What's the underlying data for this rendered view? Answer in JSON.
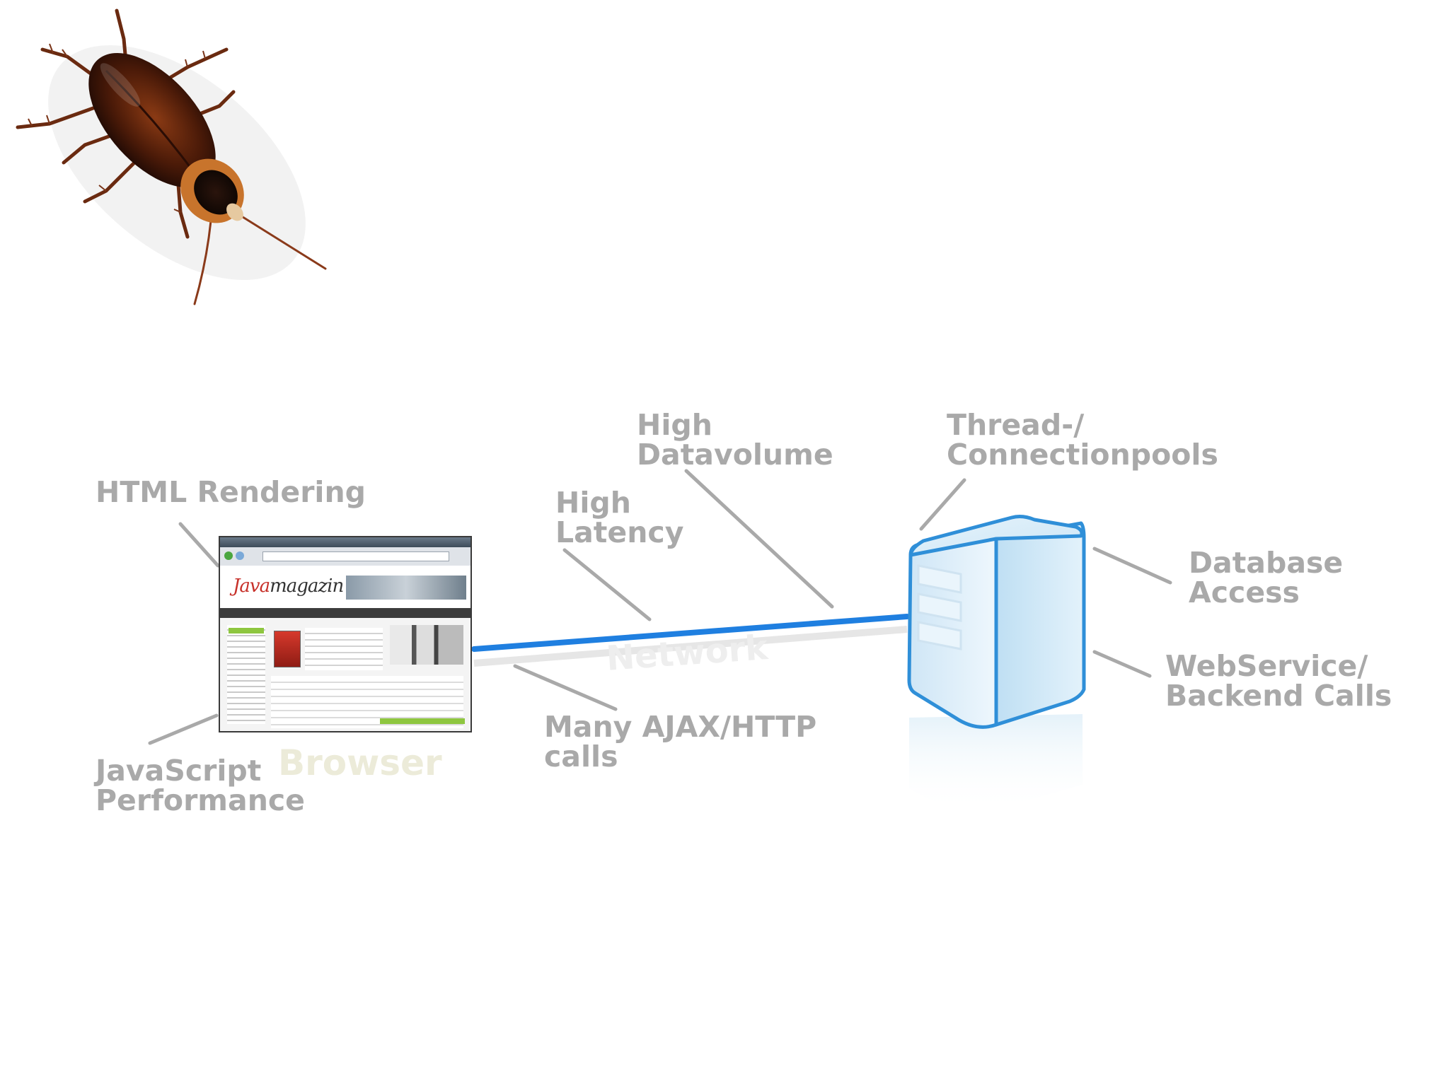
{
  "labels": {
    "html_rendering": "HTML Rendering",
    "js_performance": [
      "JavaScript",
      "Performance"
    ],
    "high_latency": [
      "High",
      "Latency"
    ],
    "high_datavolume": [
      "High",
      "Datavolume"
    ],
    "many_ajax": [
      "Many AJAX/HTTP",
      "calls"
    ],
    "thread_pools": [
      "Thread-/",
      "Connectionpools"
    ],
    "database_access": [
      "Database",
      "Access"
    ],
    "webservice_calls": [
      "WebService/",
      "Backend Calls"
    ]
  },
  "watermarks": {
    "browser": "Browser",
    "network": "Network"
  },
  "browser_mock": {
    "logo_prefix": "Java",
    "logo_suffix": "magazin"
  },
  "colors": {
    "label_gray": "#a9a9a9",
    "network_line": "#1f7fe0",
    "server_fill": "#d8ecf8",
    "server_stroke": "#2f8fd8"
  }
}
